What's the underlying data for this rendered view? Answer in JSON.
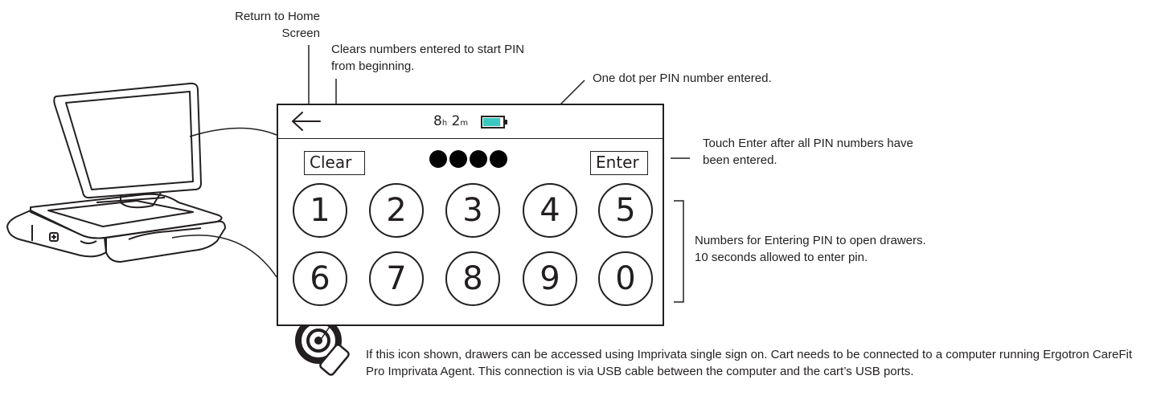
{
  "callouts": {
    "return_home": "Return to Home Screen",
    "clear": "Clears numbers entered to start PIN from beginning.",
    "dots": "One dot per PIN number entered.",
    "enter": "Touch Enter after all PIN numbers have been entered.",
    "numbers": "Numbers for Entering PIN to open drawers. 10 seconds allowed to enter pin.",
    "imprivata": "If this icon shown, drawers can be accessed using Imprivata single sign on. Cart needs to be connected to a computer running Ergotron CareFit Pro Imprivata Agent.  This connection is via USB cable between the computer and the cart’s USB ports."
  },
  "screen": {
    "status_bar": {
      "hours": "8",
      "hours_unit": "h",
      "minutes": "2",
      "minutes_unit": "m",
      "battery_level": 0.8,
      "battery_color": "#3cc7c0"
    },
    "clear_label": "Clear",
    "enter_label": "Enter",
    "pin_dots_count": 4,
    "keys": [
      "1",
      "2",
      "3",
      "4",
      "5",
      "6",
      "7",
      "8",
      "9",
      "0"
    ]
  },
  "icons": {
    "back": "back-arrow-icon",
    "badge": "badge-tap-icon"
  }
}
